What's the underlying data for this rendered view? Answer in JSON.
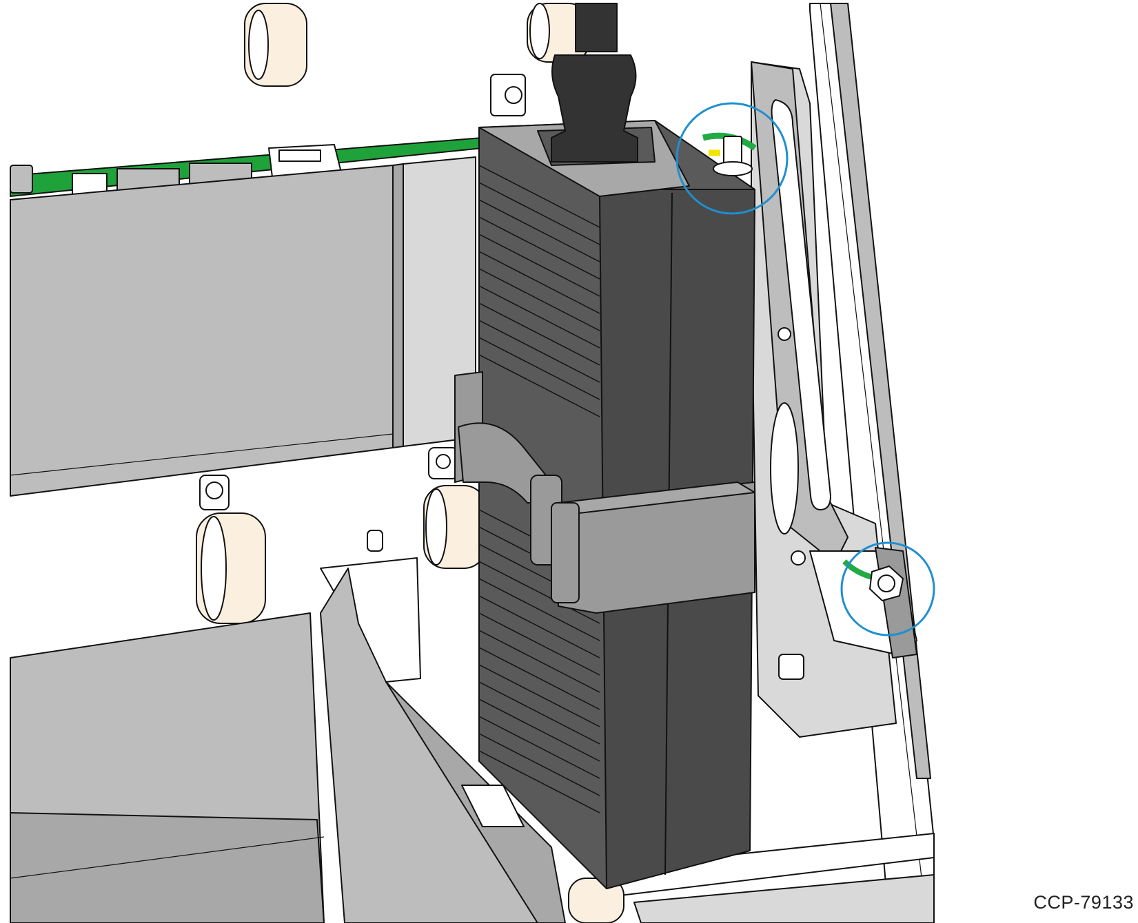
{
  "figure": {
    "id_label": "CCP-79133"
  },
  "colors": {
    "line": "#111111",
    "sheet_metal_gray": "#bdbdbd",
    "sheet_metal_dark": "#a8a8a8",
    "power_supply_body": "#5a5a5a",
    "power_supply_fin": "#4a4a4a",
    "bracket_gray": "#9a9a9a",
    "pcb_green": "#1fa23a",
    "standoff_beige": "#fbefe0",
    "ground_wire_green": "#22aa44",
    "ground_wire_yellow": "#f4e300",
    "callout_circle": "#1f8fd0"
  },
  "callouts": [
    {
      "name": "ground-screw-top-callout"
    },
    {
      "name": "ground-screw-bottom-callout"
    }
  ]
}
